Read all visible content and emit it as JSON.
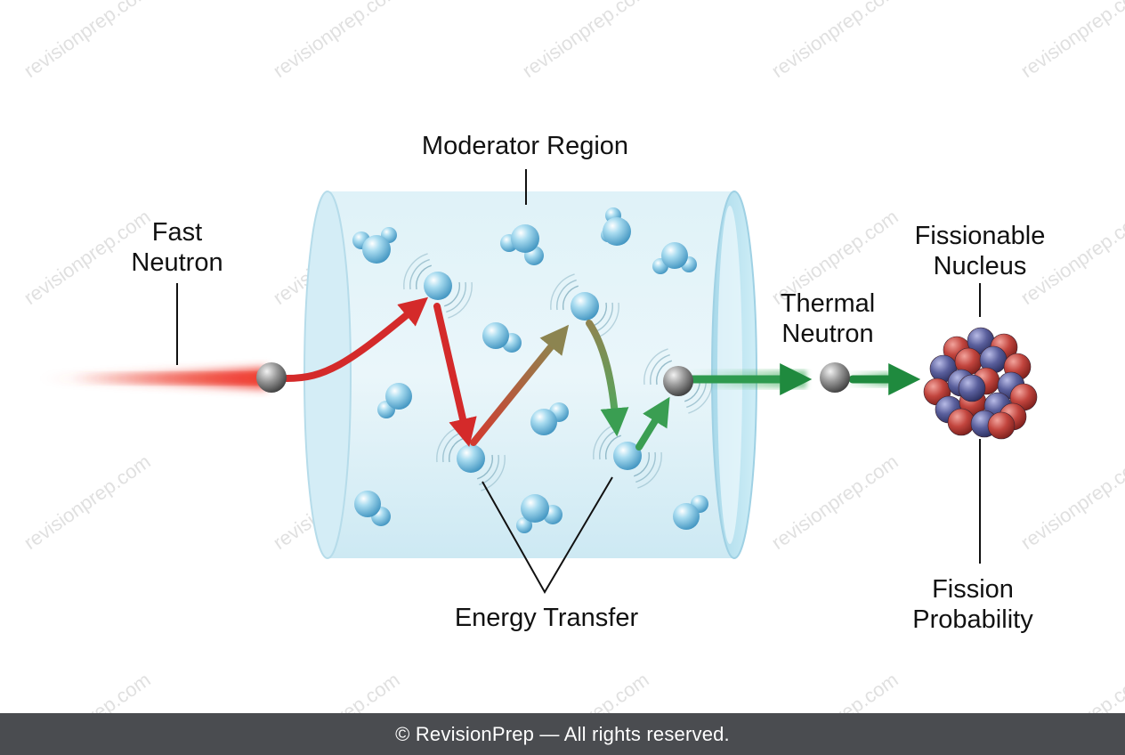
{
  "labels": {
    "moderator_region": "Moderator Region",
    "fast_neutron": [
      "Fast",
      "Neutron"
    ],
    "thermal_neutron": [
      "Thermal",
      "Neutron"
    ],
    "fissionable_nucleus": [
      "Fissionable",
      "Nucleus"
    ],
    "energy_transfer": "Energy Transfer",
    "fission_probability": [
      "Fission",
      "Probability"
    ]
  },
  "watermark": "revisionprep.com",
  "footer": {
    "copyright": "© RevisionPrep — All rights reserved."
  },
  "colors": {
    "fast_arrow": "#d42a2a",
    "thermal_arrow": "#2e9a4e",
    "moderator_fill": "#cfeaf3",
    "molecule": "#7cc3e3",
    "proton": "#c2453e",
    "neutron": "#5a5f9c",
    "footer_bg": "#4a4c50"
  },
  "icons": [
    "neutron-ball-icon",
    "water-molecule-icon",
    "nucleus-cluster-icon"
  ]
}
